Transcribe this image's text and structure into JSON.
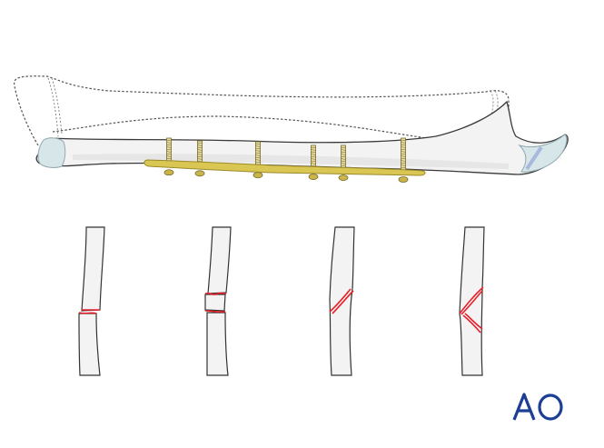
{
  "figure": {
    "logo_text": "AO",
    "colors": {
      "bone_fill": "#f3f3f3",
      "bone_shade": "#e4e4e4",
      "outline": "#444444",
      "plate": "#d9c653",
      "plate_dark": "#a8952c",
      "fracture": "#e8202a",
      "cartilage": "#d7e6e8",
      "logo": "#1c3f94"
    },
    "panels": [
      "plated-bone",
      "simple-transverse-fracture",
      "segmental-fracture",
      "oblique-fracture",
      "wedge-fracture"
    ]
  }
}
